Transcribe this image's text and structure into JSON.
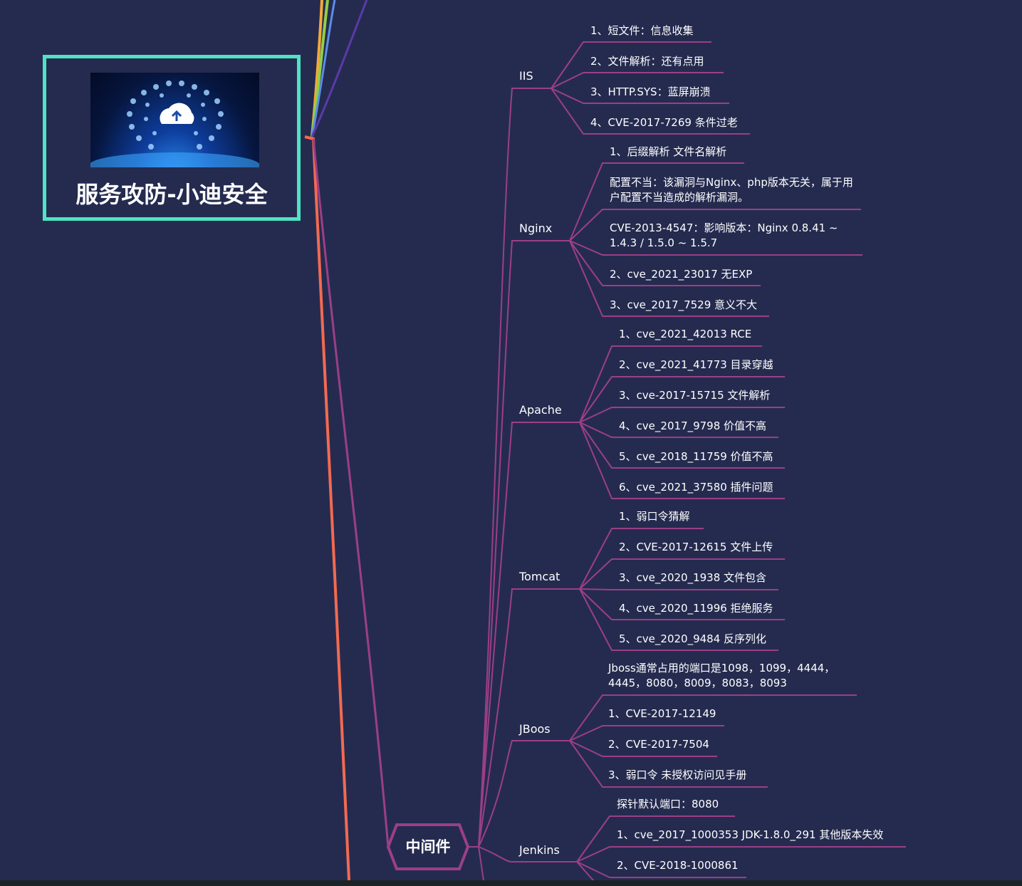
{
  "root": {
    "title": "服务攻防-小迪安全",
    "image_icon": "cloud-network-icon"
  },
  "middleware": {
    "label": "中间件"
  },
  "colors": {
    "branch": "#9b3f86",
    "root_border": "#4fe3c1",
    "orange": "#f26a52",
    "background": "#252b4f"
  },
  "categories": [
    {
      "name": "IIS",
      "items": [
        "1、短文件：信息收集",
        "2、文件解析：还有点用",
        "3、HTTP.SYS：蓝屏崩溃",
        "4、CVE-2017-7269 条件过老"
      ]
    },
    {
      "name": "Nginx",
      "items": [
        "1、后缀解析 文件名解析",
        "配置不当：该漏洞与Nginx、php版本无关，属于用户配置不当造成的解析漏洞。",
        "CVE-2013-4547：影响版本：Nginx 0.8.41 ~ 1.4.3 / 1.5.0 ~ 1.5.7",
        "2、cve_2021_23017 无EXP",
        "3、cve_2017_7529 意义不大"
      ]
    },
    {
      "name": "Apache",
      "items": [
        "1、cve_2021_42013  RCE",
        "2、cve_2021_41773 目录穿越",
        "3、cve-2017-15715  文件解析",
        "4、cve_2017_9798 价值不高",
        "5、cve_2018_11759 价值不高",
        "6、cve_2021_37580 插件问题"
      ]
    },
    {
      "name": "Tomcat",
      "items": [
        "1、弱口令猜解",
        "2、CVE-2017-12615 文件上传",
        "3、cve_2020_1938 文件包含",
        "4、cve_2020_11996 拒绝服务",
        "5、cve_2020_9484 反序列化"
      ]
    },
    {
      "name": "JBoos",
      "items": [
        "Jboss通常占用的端口是1098，1099，4444，4445，8080，8009，8083，8093",
        "1、CVE-2017-12149",
        "2、CVE-2017-7504",
        "3、弱口令 未授权访问见手册"
      ]
    },
    {
      "name": "Jenkins",
      "items": [
        "探针默认端口：8080",
        "1、cve_2017_1000353 JDK-1.8.0_291 其他版本失效",
        "2、CVE-2018-1000861"
      ]
    }
  ]
}
